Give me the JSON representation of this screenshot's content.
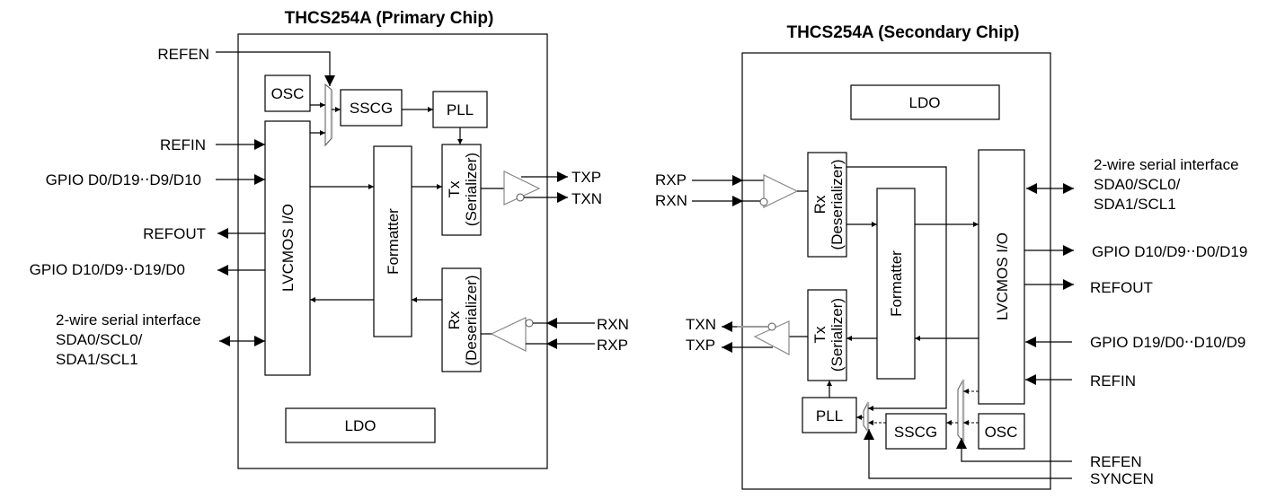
{
  "primary": {
    "title": "THCS254A (Primary Chip)",
    "blocks": {
      "osc": "OSC",
      "sscg": "SSCG",
      "pll": "PLL",
      "lvcmos": "LVCMOS I/O",
      "formatter": "Formatter",
      "tx": "Tx",
      "tx_sub": "(Serializer)",
      "rx": "Rx",
      "rx_sub": "(Deserializer)",
      "ldo": "LDO"
    },
    "signals": {
      "refen": "REFEN",
      "refin": "REFIN",
      "gpio_in": "GPIO D0/D19‧‧D9/D10",
      "refout": "REFOUT",
      "gpio_out": "GPIO D10/D9‧‧D19/D0",
      "serial_line1": "2-wire serial interface",
      "serial_line2": "SDA0/SCL0/",
      "serial_line3": "SDA1/SCL1",
      "txp": "TXP",
      "txn": "TXN",
      "rxn": "RXN",
      "rxp": "RXP"
    }
  },
  "secondary": {
    "title": "THCS254A (Secondary Chip)",
    "blocks": {
      "ldo": "LDO",
      "rx": "Rx",
      "rx_sub": "(Deserializer)",
      "formatter": "Formatter",
      "lvcmos": "LVCMOS I/O",
      "tx": "Tx",
      "tx_sub": "(Serializer)",
      "pll": "PLL",
      "sscg": "SSCG",
      "osc": "OSC"
    },
    "signals": {
      "rxp": "RXP",
      "rxn": "RXN",
      "txn": "TXN",
      "txp": "TXP",
      "serial_line1": "2-wire serial interface",
      "serial_line2": "SDA0/SCL0/",
      "serial_line3": "SDA1/SCL1",
      "gpio_out": "GPIO D10/D9‧‧D0/D19",
      "refout": "REFOUT",
      "gpio_in": "GPIO D19/D0‧‧D10/D9",
      "refin": "REFIN",
      "refen": "REFEN",
      "syncen": "SYNCEN"
    }
  }
}
